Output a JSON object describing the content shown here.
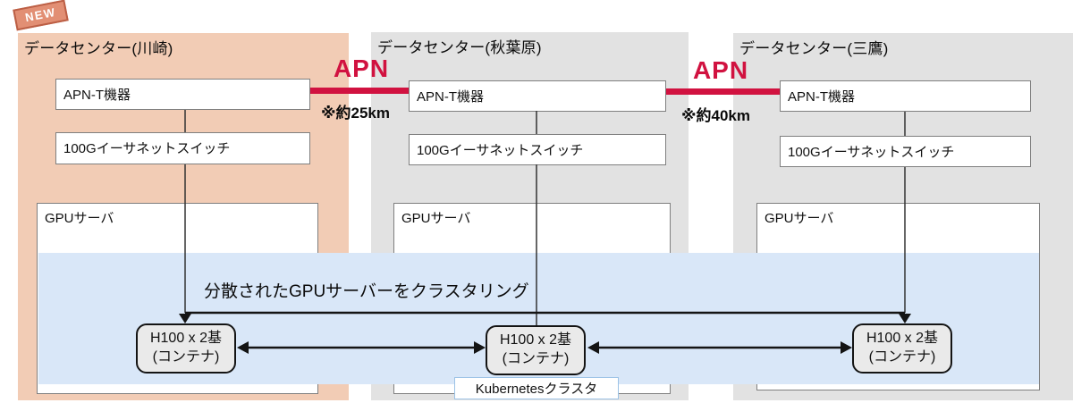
{
  "badge": {
    "label": "NEW"
  },
  "datacenters": [
    {
      "title": "データセンター(川崎)",
      "apn_t": "APN-T機器",
      "switch": "100Gイーサネットスイッチ",
      "gpu": "GPUサーバ",
      "h100_line1": "H100 x 2基",
      "h100_line2": "(コンテナ)"
    },
    {
      "title": "データセンター(秋葉原)",
      "apn_t": "APN-T機器",
      "switch": "100Gイーサネットスイッチ",
      "gpu": "GPUサーバ",
      "h100_line1": "H100 x 2基",
      "h100_line2": "(コンテナ)"
    },
    {
      "title": "データセンター(三鷹)",
      "apn_t": "APN-T機器",
      "switch": "100Gイーサネットスイッチ",
      "gpu": "GPUサーバ",
      "h100_line1": "H100 x 2基",
      "h100_line2": "(コンテナ)"
    }
  ],
  "links": [
    {
      "label": "APN",
      "distance": "※約25km"
    },
    {
      "label": "APN",
      "distance": "※約40km"
    }
  ],
  "cluster": {
    "caption": "分散されたGPUサーバーをクラスタリング",
    "kubernetes_label": "Kubernetesクラスタ"
  },
  "colors": {
    "apn_red": "#d11240",
    "panel_salmon": "#f2ccb5",
    "panel_gray": "#e2e2e2",
    "band_blue": "#d9e7f8",
    "badge_fill": "#e28f74",
    "badge_border": "#bc5f45",
    "box_border": "#7f7f7f",
    "h100_fill": "#eaeaea",
    "kubernetes_border": "#9dc3e6"
  }
}
